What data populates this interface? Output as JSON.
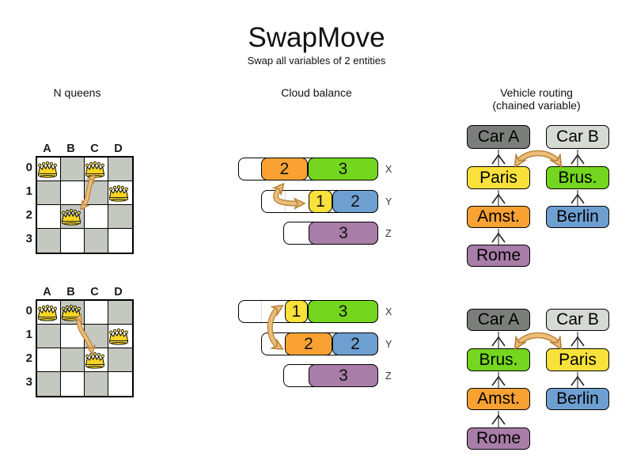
{
  "title": "SwapMove",
  "subtitle": "Swap all variables of 2 entities",
  "colors": {
    "orange": "#F9A233",
    "green": "#74D61E",
    "yellow": "#F9E13B",
    "blue": "#6E9FD1",
    "purple": "#A87DA8",
    "car_a_gray": "#7B7F7A",
    "car_b_gray": "#D7DAD3",
    "board_gray": "#C4C8C0",
    "swap_arrow": "#EBBE78",
    "swap_arrow_outline": "#B8813B",
    "chain_line_gray": "#8A8A8A"
  },
  "nqueens": {
    "header": "N queens",
    "col_labels": [
      "A",
      "B",
      "C",
      "D"
    ],
    "row_labels": [
      "0",
      "1",
      "2",
      "3"
    ],
    "before": {
      "queens": [
        "A0",
        "C0",
        "D1",
        "B2"
      ],
      "swap": [
        "C0",
        "B2"
      ]
    },
    "after": {
      "queens": [
        "A0",
        "B0",
        "D1",
        "C2"
      ],
      "swap": [
        "B0",
        "C2"
      ]
    }
  },
  "cloud": {
    "header": "Cloud balance",
    "before": {
      "rows": [
        {
          "label": "X",
          "segments": [
            {
              "value": "2",
              "color": "orange"
            },
            {
              "value": "3",
              "color": "green"
            }
          ]
        },
        {
          "label": "Y",
          "segments": [
            {
              "value": "1",
              "color": "yellow"
            },
            {
              "value": "2",
              "color": "blue"
            }
          ]
        },
        {
          "label": "Z",
          "segments": [
            {
              "value": "3",
              "color": "purple"
            }
          ]
        }
      ],
      "swap": [
        "2",
        "1"
      ]
    },
    "after": {
      "rows": [
        {
          "label": "X",
          "segments": [
            {
              "value": "1",
              "color": "yellow"
            },
            {
              "value": "3",
              "color": "green"
            }
          ]
        },
        {
          "label": "Y",
          "segments": [
            {
              "value": "2",
              "color": "orange"
            },
            {
              "value": "2",
              "color": "blue"
            }
          ]
        },
        {
          "label": "Z",
          "segments": [
            {
              "value": "3",
              "color": "purple"
            }
          ]
        }
      ],
      "swap": [
        "1",
        "2"
      ]
    }
  },
  "vehicle": {
    "header": "Vehicle routing",
    "subheader": "(chained variable)",
    "before": {
      "left_chain": [
        "Car A",
        "Paris",
        "Amst.",
        "Rome"
      ],
      "right_chain": [
        "Car B",
        "Brus.",
        "Berlin"
      ],
      "swap": [
        "Paris",
        "Brus."
      ]
    },
    "after": {
      "left_chain": [
        "Car A",
        "Brus.",
        "Amst.",
        "Rome"
      ],
      "right_chain": [
        "Car B",
        "Paris",
        "Berlin"
      ],
      "swap": [
        "Brus.",
        "Paris"
      ]
    }
  }
}
